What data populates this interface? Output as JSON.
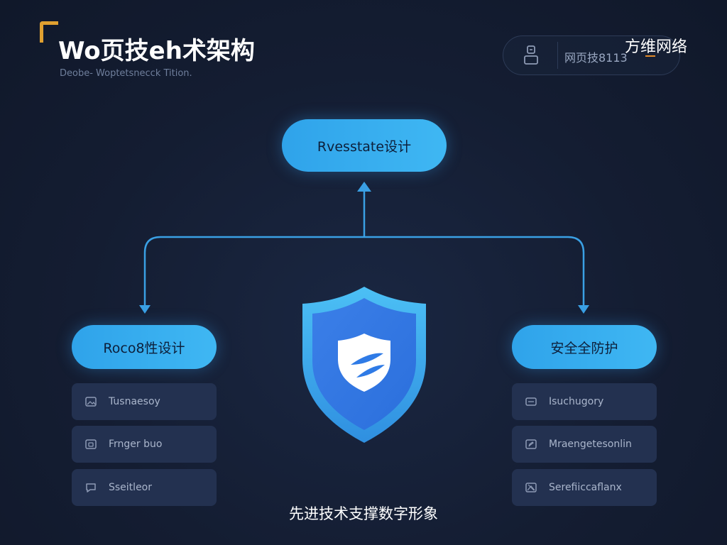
{
  "header": {
    "title": "Wo页技eh术架构",
    "subtitle": "Deobe- Woptetsnecck Tition.",
    "badge_text": "网页技8113",
    "brand": "方维网络"
  },
  "diagram": {
    "top_node": "Rvesstate设计",
    "left_node": "Roco8性设计",
    "right_node": "安全全防护",
    "left_items": [
      {
        "label": "Tusnaesoy",
        "icon": "image-icon"
      },
      {
        "label": "Frnger buo",
        "icon": "frame-icon"
      },
      {
        "label": "Sseitleor",
        "icon": "chat-icon"
      }
    ],
    "right_items": [
      {
        "label": "Isuchugory",
        "icon": "card-icon"
      },
      {
        "label": "Mraengetesonlin",
        "icon": "edit-icon"
      },
      {
        "label": "Serefiiccaflanx",
        "icon": "image-icon"
      }
    ]
  },
  "caption": "先进技术支撑数字形象",
  "colors": {
    "background": "#141d32",
    "node_gradient_start": "#2fa3ea",
    "node_gradient_end": "#3fb7f3",
    "connector": "#3aa0e4",
    "accent_orange": "#e0a030",
    "item_bg": "#233150"
  }
}
